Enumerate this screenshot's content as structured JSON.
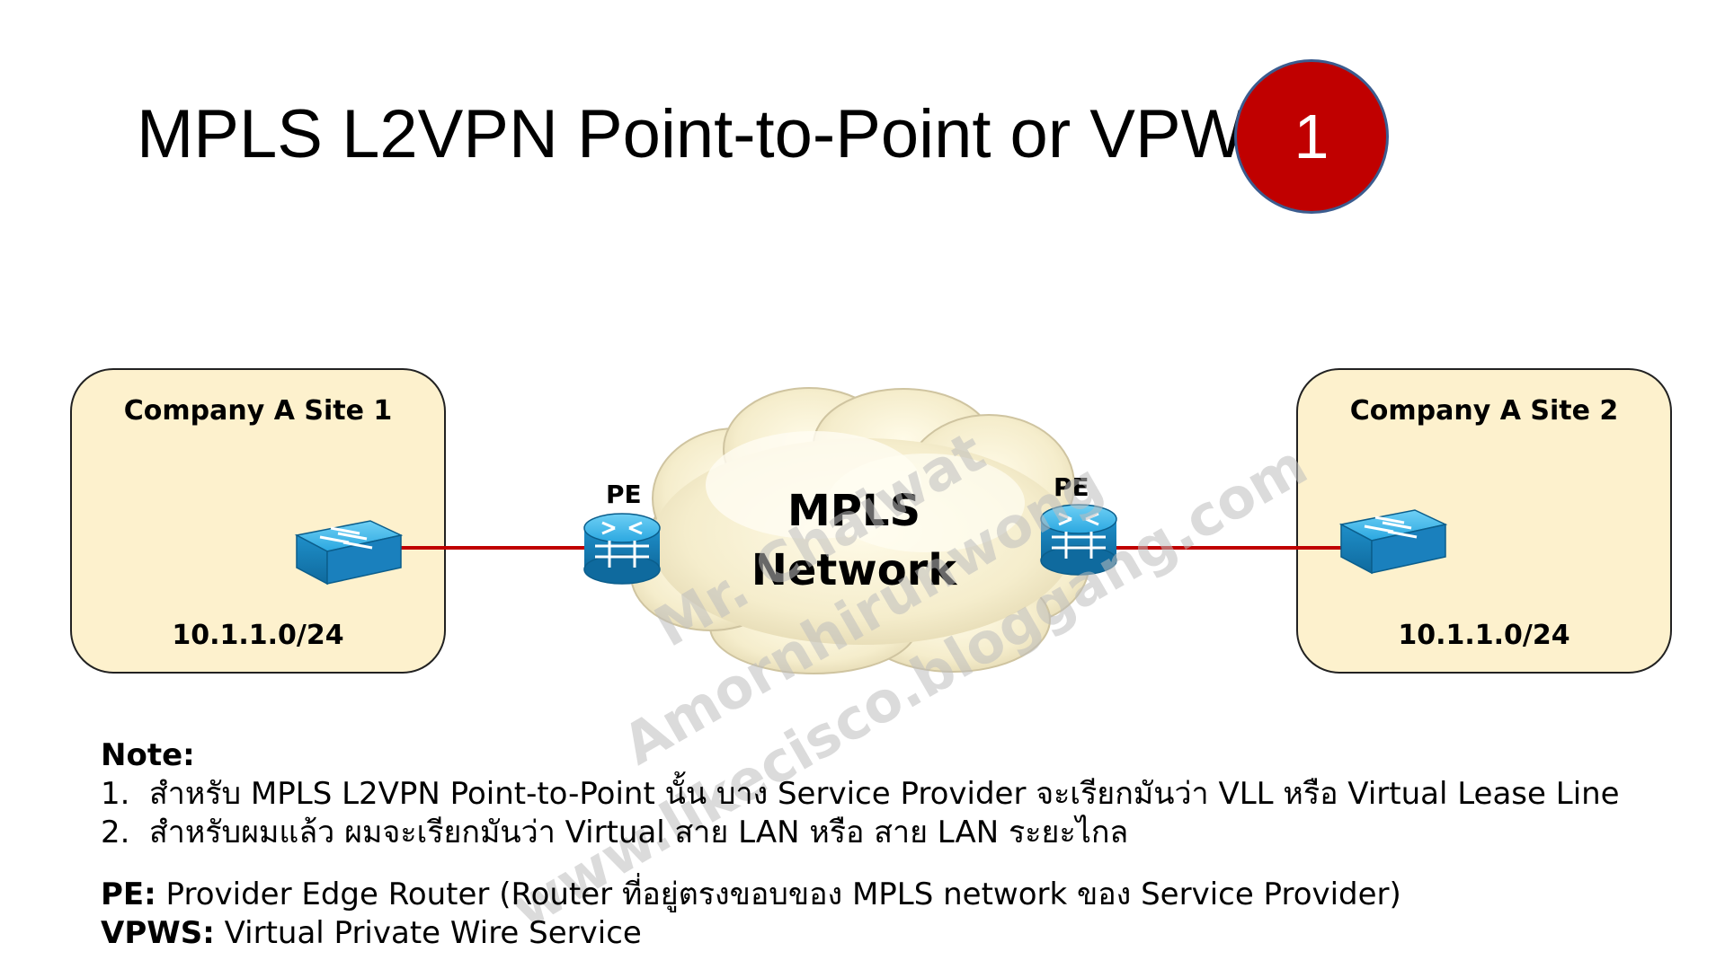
{
  "title": "MPLS L2VPN Point-to-Point or VPWS",
  "badge": "1",
  "site_left": {
    "title": "Company A Site 1",
    "network": "10.1.1.0/24"
  },
  "site_right": {
    "title": "Company A Site 2",
    "network": "10.1.1.0/24"
  },
  "pe_left_label": "PE",
  "pe_right_label": "PE",
  "cloud": {
    "line1": "MPLS",
    "line2": "Network"
  },
  "watermark": {
    "line1": "Mr. Chaiwat Amornhirunwong",
    "line2": "www.likecisco.bloggang.com"
  },
  "notes": {
    "heading": "Note:",
    "items": [
      {
        "num": "1.",
        "text": "สำหรับ MPLS L2VPN Point-to-Point นั้น บาง Service Provider จะเรียกมันว่า VLL หรือ Virtual Lease Line"
      },
      {
        "num": "2.",
        "text": "สำหรับผมแล้ว ผมจะเรียกมันว่า Virtual สาย LAN หรือ สาย LAN ระยะไกล"
      }
    ]
  },
  "definitions": [
    {
      "term": "PE:",
      "text": " Provider Edge Router (Router ที่อยู่ตรงขอบของ MPLS network ของ Service Provider)"
    },
    {
      "term": "VPWS:",
      "text": " Virtual Private Wire Service"
    }
  ],
  "colors": {
    "badge": "#c00000",
    "site_fill": "#fdf1cd",
    "link": "#c00000",
    "device": "#1e9ad6"
  }
}
